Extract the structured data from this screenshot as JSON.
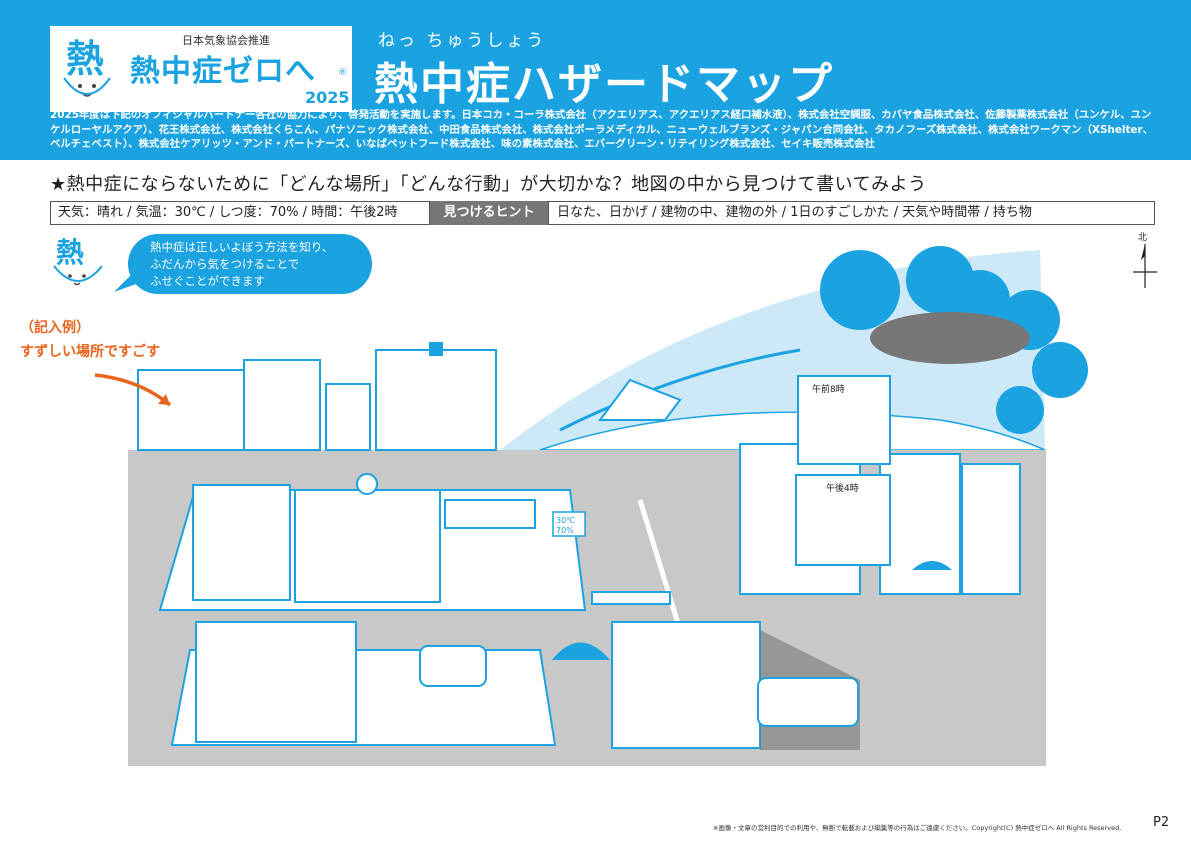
{
  "logo": {
    "sub": "日本気象協会推進",
    "main": "熱中症ゼロへ",
    "reg": "®",
    "year": "2025"
  },
  "title": {
    "ruby": "ねっ ちゅうしょう",
    "main": "熱中症ハザードマップ"
  },
  "sponsors": "2025年度は下記のオフィシャルパートナー各社の協力により、啓発活動を実施します。日本コカ・コーラ株式会社（アクエリアス、アクエリアス経口補水液）、株式会社空調服、カバヤ食品株式会社、佐藤製薬株式会社（ユンケル、ユンケルローヤルアクア）、花王株式会社、株式会社くらこん、パナソニック株式会社、中田食品株式会社、株式会社ポーラメディカル、ニューウェルブランズ・ジャパン合同会社、タカノフーズ株式会社、株式会社ワークマン（XShelter、ベルチェベスト）、株式会社ケアリッツ・アンド・パートナーズ、いなばペットフード株式会社、味の素株式会社、エバーグリーン・リテイリング株式会社、セイキ販売株式会社",
  "task": "★熱中症にならないために「どんな場所」「どんな行動」が大切かな？地図の中から見つけて書いてみよう",
  "conditions": "天気：晴れ / 気温：30℃ / しつ度：70% / 時間：午後2時",
  "hint": {
    "label": "見つけるヒント",
    "text": "日なた、日かげ / 建物の中、建物の外 / 1日のすごしかた / 天気や時間帯 / 持ち物"
  },
  "bubble": {
    "line1": "熱中症は正しいよぼう方法を知り、",
    "line2": "ふだんから気をつけることで",
    "line3": "ふせぐことができます"
  },
  "mascot_glyph": "熱",
  "example": {
    "label": "（記入例）",
    "text": "すずしい場所ですごす"
  },
  "north": "北",
  "map": {
    "sign_temp": "30℃",
    "sign_humidity": "70%",
    "time_morning": "午前8時",
    "time_afternoon": "午後4時"
  },
  "colors": {
    "brand_blue": "#1aa3e0",
    "light_blue": "#cde9f8",
    "ground_gray": "#c8c8c8",
    "accent_orange": "#e8641c"
  },
  "footer": {
    "note": "※画像・文章の営利目的での利用や、無断で転載および編集等の行為はご遠慮ください。Copyright(C) 熱中症ゼロへ All Rights Reserved.",
    "page": "P2"
  }
}
